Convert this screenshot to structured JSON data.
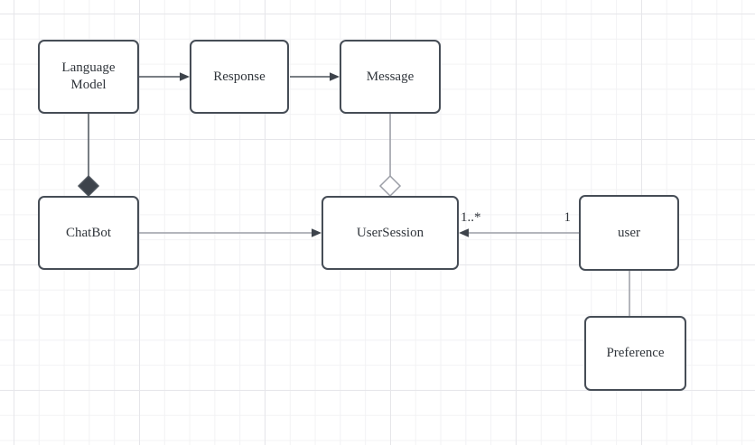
{
  "canvas": {
    "background": "#ffffff",
    "grid_minor_color": "#f2f2f4",
    "grid_major_color": "#e6e6ea"
  },
  "palette": {
    "node_border": "#464d56",
    "node_fill": "#ffffff",
    "text_color": "#30353b",
    "edge_dark": "#4d545c",
    "edge_gray": "#9b9ea6",
    "arrowhead": "#3d434b"
  },
  "diagram": {
    "type": "uml-class-diagram",
    "nodes": [
      {
        "id": "language-model",
        "label": "Language Model"
      },
      {
        "id": "response",
        "label": "Response"
      },
      {
        "id": "message",
        "label": "Message"
      },
      {
        "id": "chatbot",
        "label": "ChatBot"
      },
      {
        "id": "user-session",
        "label": "UserSession"
      },
      {
        "id": "user",
        "label": "user"
      },
      {
        "id": "preference",
        "label": "Preference"
      }
    ],
    "relationships": [
      {
        "from": "Language Model",
        "to": "Response",
        "type": "directed-arrow"
      },
      {
        "from": "Response",
        "to": "Message",
        "type": "directed-arrow"
      },
      {
        "from": "ChatBot",
        "to": "Language Model",
        "type": "composition-filled-diamond"
      },
      {
        "from": "UserSession",
        "to": "Message",
        "type": "aggregation-hollow-diamond"
      },
      {
        "from": "ChatBot",
        "to": "UserSession",
        "type": "directed-arrow"
      },
      {
        "from": "user",
        "to": "UserSession",
        "type": "directed-arrow",
        "source_multiplicity": "1",
        "target_multiplicity": "1..*"
      },
      {
        "from": "user",
        "to": "Preference",
        "type": "line"
      }
    ]
  }
}
